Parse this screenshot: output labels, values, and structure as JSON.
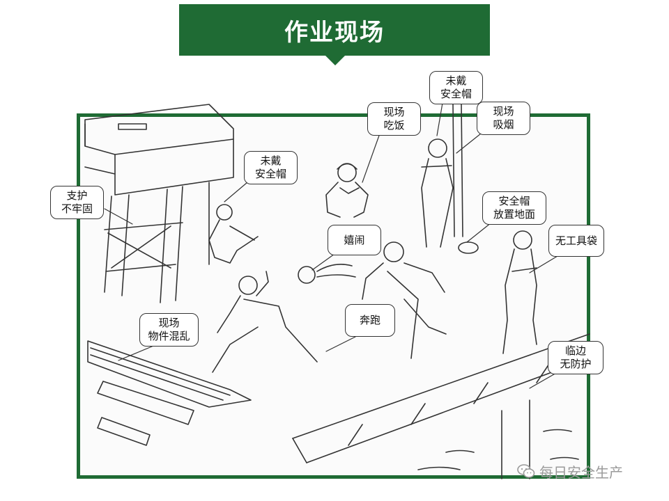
{
  "title": "作业现场",
  "colors": {
    "brand_green": "#1f6b34",
    "line": "#333333"
  },
  "callouts": [
    {
      "id": "support-unstable",
      "lines": [
        "支护",
        "不牢固"
      ]
    },
    {
      "id": "no-helmet-left",
      "lines": [
        "未戴",
        "安全帽"
      ]
    },
    {
      "id": "eating-on-site",
      "lines": [
        "现场",
        "吃饭"
      ]
    },
    {
      "id": "no-helmet-top",
      "lines": [
        "未戴",
        "安全帽"
      ]
    },
    {
      "id": "smoking-on-site",
      "lines": [
        "现场",
        "吸烟"
      ]
    },
    {
      "id": "helmet-on-ground",
      "lines": [
        "安全帽",
        "放置地面"
      ]
    },
    {
      "id": "horseplay",
      "lines": [
        "嬉闹"
      ]
    },
    {
      "id": "no-tool-bag",
      "lines": [
        "无工具袋"
      ]
    },
    {
      "id": "messy-materials",
      "lines": [
        "现场",
        "物件混乱"
      ]
    },
    {
      "id": "running",
      "lines": [
        "奔跑"
      ]
    },
    {
      "id": "no-edge-protection",
      "lines": [
        "临边",
        "无防护"
      ]
    }
  ],
  "watermark": {
    "text": "每日安全生产",
    "icon": "wechat-icon"
  }
}
